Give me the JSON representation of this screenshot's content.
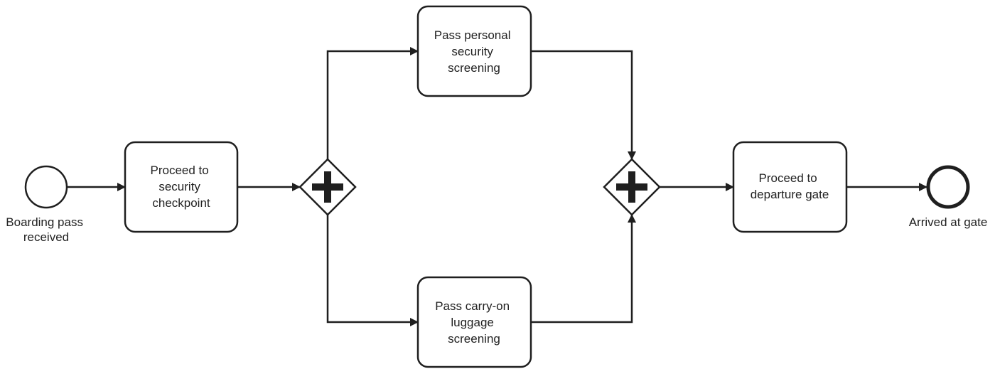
{
  "diagram": {
    "events": {
      "start": {
        "label": [
          "Boarding pass",
          "received"
        ]
      },
      "end": {
        "label": [
          "Arrived at gate"
        ]
      }
    },
    "tasks": {
      "security_checkpoint": {
        "label": [
          "Proceed to",
          "security",
          "checkpoint"
        ]
      },
      "personal_screening": {
        "label": [
          "Pass personal",
          "security",
          "screening"
        ]
      },
      "luggage_screening": {
        "label": [
          "Pass carry-on",
          "luggage",
          "screening"
        ]
      },
      "departure_gate": {
        "label": [
          "Proceed to",
          "departure gate"
        ]
      }
    },
    "gateways": {
      "split": {
        "type": "parallel"
      },
      "join": {
        "type": "parallel"
      }
    },
    "colors": {
      "stroke": "#1f1f1f",
      "text": "#222222",
      "fill": "#ffffff"
    }
  }
}
